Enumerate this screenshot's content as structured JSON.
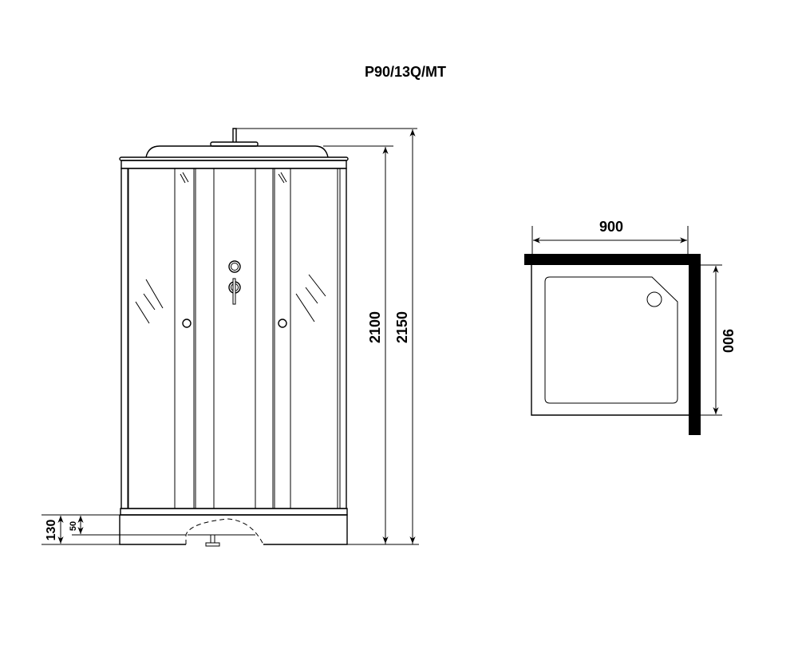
{
  "title": "P90/13Q/MT",
  "front_view": {
    "dim_total_height": "2150",
    "dim_cabin_height": "2100",
    "dim_tray_height": "130",
    "dim_tray_inner": "50"
  },
  "plan_view": {
    "dim_width": "900",
    "dim_depth": "900"
  },
  "colors": {
    "line": "#000000",
    "background": "#ffffff"
  }
}
